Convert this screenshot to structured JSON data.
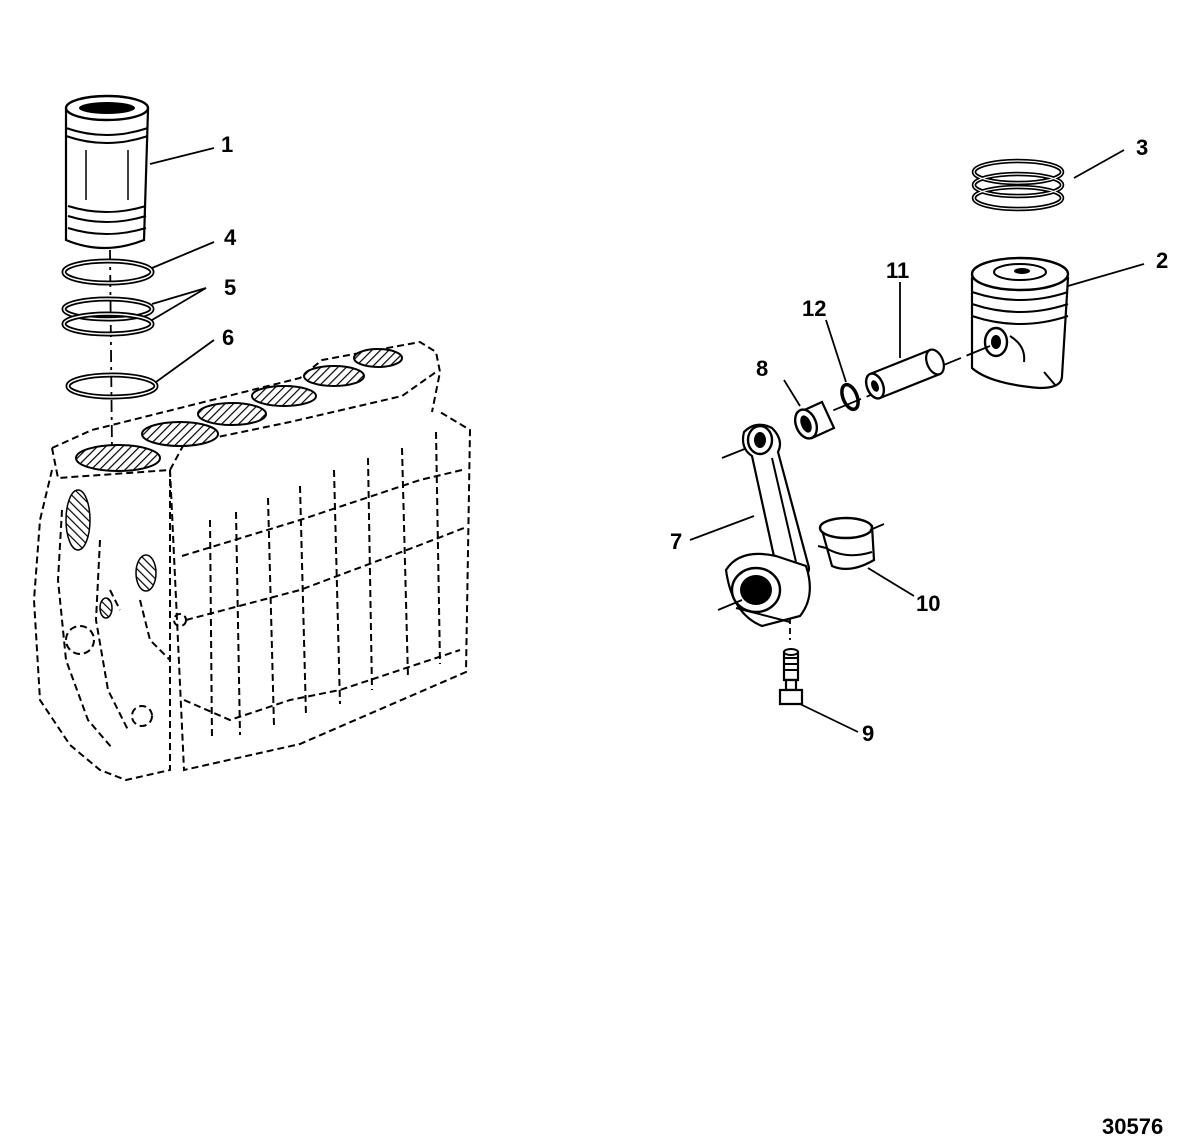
{
  "diagram": {
    "figure_id": "30576",
    "callouts": [
      {
        "id": "c1",
        "label": "1"
      },
      {
        "id": "c2",
        "label": "2"
      },
      {
        "id": "c3",
        "label": "3"
      },
      {
        "id": "c4",
        "label": "4"
      },
      {
        "id": "c5",
        "label": "5"
      },
      {
        "id": "c6",
        "label": "6"
      },
      {
        "id": "c7",
        "label": "7"
      },
      {
        "id": "c8",
        "label": "8"
      },
      {
        "id": "c9",
        "label": "9"
      },
      {
        "id": "c10",
        "label": "10"
      },
      {
        "id": "c11",
        "label": "11"
      },
      {
        "id": "c12",
        "label": "12"
      }
    ]
  }
}
